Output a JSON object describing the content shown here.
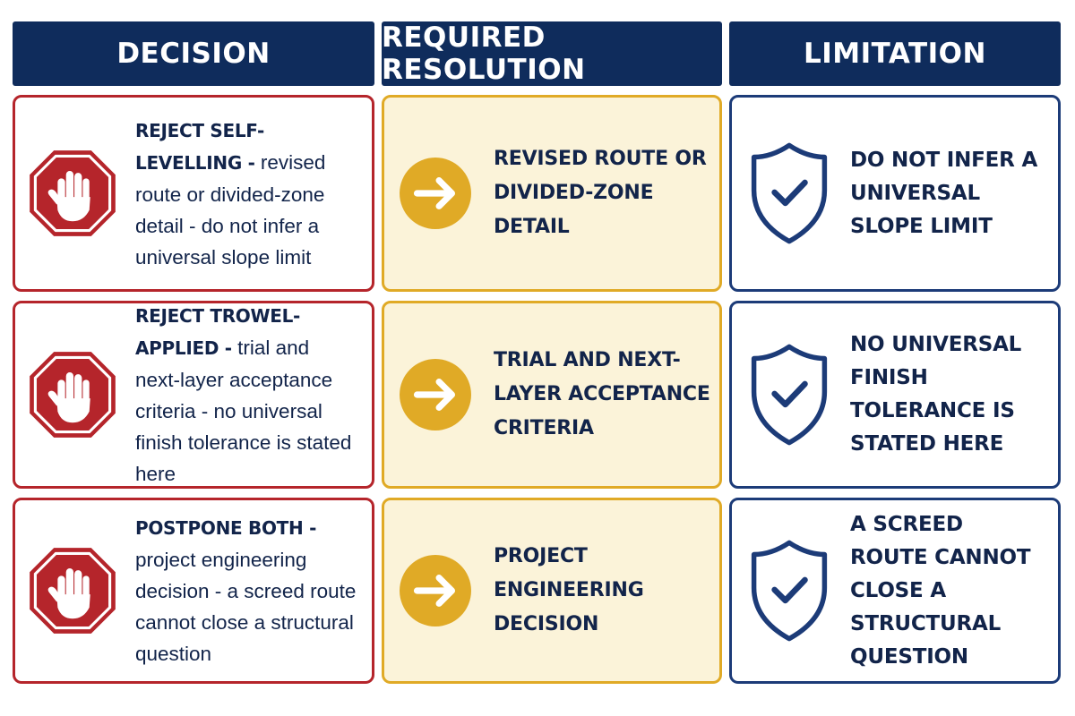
{
  "headers": {
    "decision": "DECISION",
    "resolution": "REQUIRED RESOLUTION",
    "limitation": "LIMITATION"
  },
  "rows": [
    {
      "decision_lead": "REJECT SELF-LEVELLING -",
      "decision_rest": "revised route or divided-zone detail - do not infer a universal slope limit",
      "resolution": "REVISED ROUTE OR DIVIDED-ZONE DETAIL",
      "limitation": "DO NOT INFER A UNIVERSAL SLOPE LIMIT"
    },
    {
      "decision_lead": "REJECT TROWEL-APPLIED -",
      "decision_rest": "trial and next-layer acceptance criteria - no universal finish tolerance is stated here",
      "resolution": "TRIAL AND NEXT-LAYER ACCEPTANCE CRITERIA",
      "limitation": "NO UNIVERSAL FINISH TOLERANCE IS STATED HERE"
    },
    {
      "decision_lead": "POSTPONE BOTH -",
      "decision_rest": "project engineering decision - a screed route cannot close a structural question",
      "resolution": "PROJECT ENGINEERING DECISION",
      "limitation": "A SCREED ROUTE CANNOT CLOSE A STRUCTURAL QUESTION"
    }
  ],
  "icons": {
    "decision": "stop-hand-icon",
    "resolution": "arrow-right-icon",
    "limitation": "shield-check-icon"
  },
  "colors": {
    "header_bg": "#0f2c5c",
    "decision_border": "#b5252b",
    "resolution_border": "#e0aa26",
    "resolution_bg": "#fbf3d9",
    "limitation_border": "#1c3b78",
    "text": "#12244a"
  }
}
